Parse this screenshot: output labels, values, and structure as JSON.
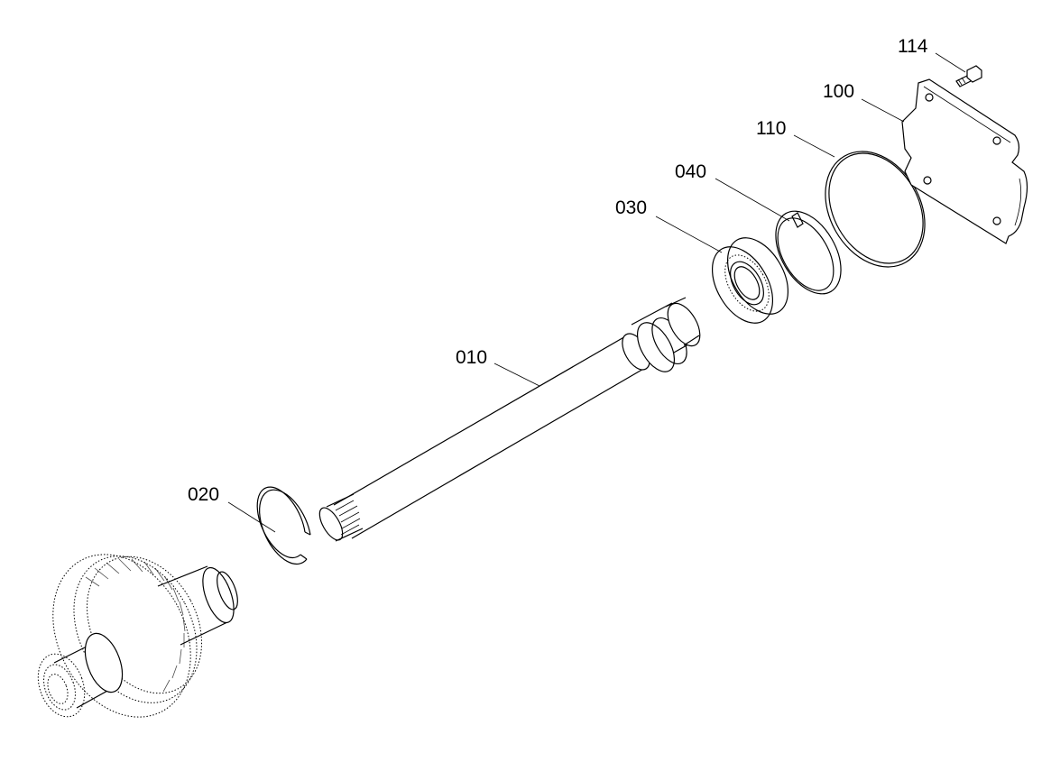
{
  "diagram": {
    "callouts": [
      {
        "id": "p010",
        "label": "010"
      },
      {
        "id": "p020",
        "label": "020"
      },
      {
        "id": "p030",
        "label": "030"
      },
      {
        "id": "p040",
        "label": "040"
      },
      {
        "id": "p100",
        "label": "100"
      },
      {
        "id": "p110",
        "label": "110"
      },
      {
        "id": "p114",
        "label": "114"
      }
    ]
  }
}
